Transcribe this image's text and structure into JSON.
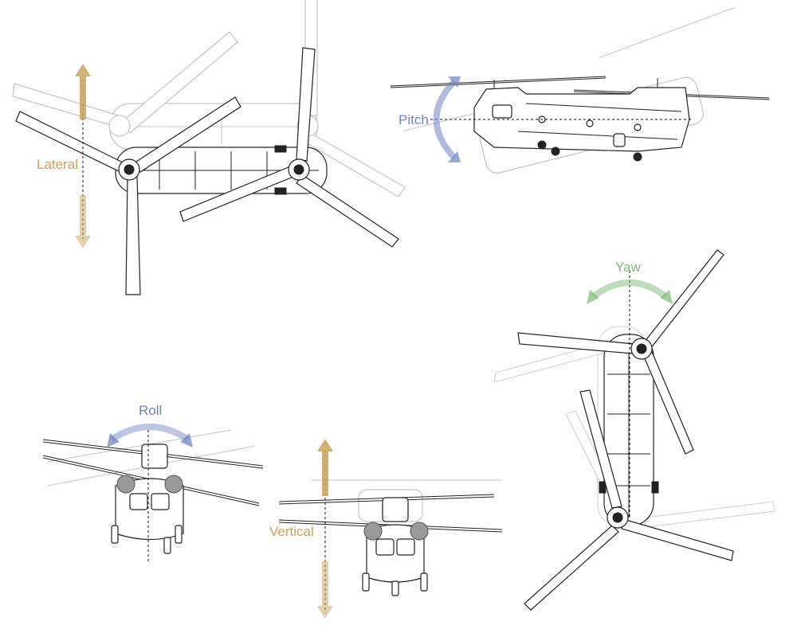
{
  "labels": {
    "lateral": "Lateral",
    "pitch": "Pitch",
    "yaw": "Yaw",
    "roll": "Roll",
    "vertical": "Vertical"
  },
  "colors": {
    "lateral": "#c9a35c",
    "pitch": "#7283c2",
    "yaw": "#7fb87a",
    "roll": "#6c7fc0",
    "vertical": "#c9a35c"
  },
  "icons": {
    "lateral": "double-arrow-vertical-icon",
    "pitch": "curved-double-arrow-icon",
    "yaw": "curved-double-arrow-icon",
    "roll": "curved-double-arrow-icon",
    "vertical": "double-arrow-vertical-icon"
  }
}
